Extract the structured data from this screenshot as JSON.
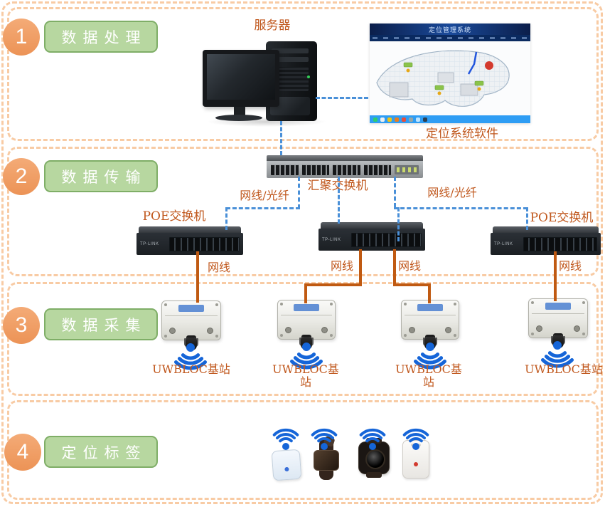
{
  "sections": [
    {
      "number": "1",
      "title": "数据处理"
    },
    {
      "number": "2",
      "title": "数据传输"
    },
    {
      "number": "3",
      "title": "数据采集"
    },
    {
      "number": "4",
      "title": "定位标签"
    }
  ],
  "processing": {
    "server_label": "服务器",
    "software_title": "定位管理系统",
    "software_label": "定位系统软件"
  },
  "transmission": {
    "agg_switch_label": "汇聚交换机",
    "poe_left_label": "POE交换机",
    "poe_right_label": "POE交换机",
    "fiber_left_label": "网线/光纤",
    "fiber_right_label": "网线/光纤",
    "cable_label_left": "网线",
    "cable_label_mid_left": "网线",
    "cable_label_mid_right": "网线",
    "cable_label_right": "网线",
    "switch_brand": "TP-LINK"
  },
  "collection": {
    "base_station_labels": [
      "UWBLOC基站",
      "UWBLOC基站",
      "UWBLOC基站",
      "UWBLOC基站"
    ]
  },
  "tags": {
    "devices": [
      "badge-tag",
      "wristband-tag",
      "watch-tag",
      "card-tag"
    ]
  },
  "colors": {
    "section_border": "#f8cba4",
    "number_badge": "#f0a064",
    "stage_box_fill": "#b7d7a0",
    "stage_box_border": "#7fae67",
    "label_text": "#c0571c",
    "data_line_blue": "#4a90d8",
    "cable_orange": "#c05a12",
    "wifi_blue": "#1565d8"
  }
}
